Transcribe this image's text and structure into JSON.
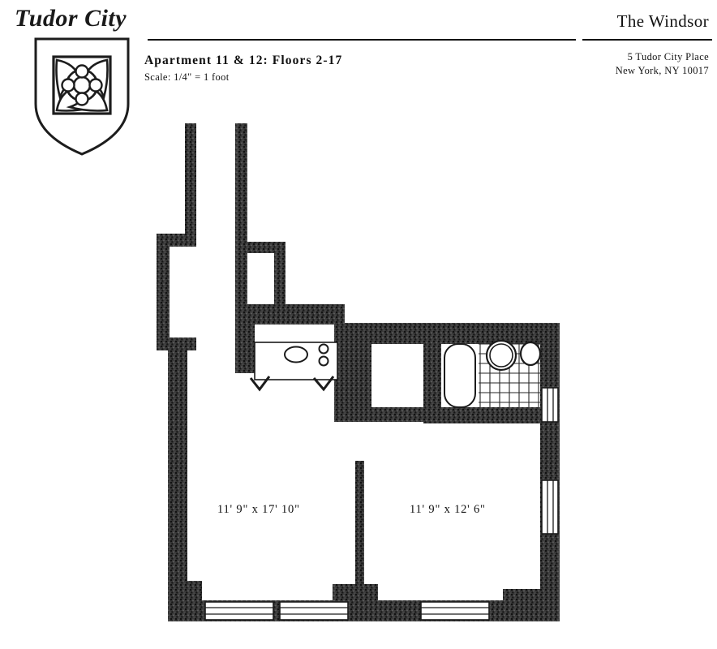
{
  "brand": {
    "wordmark": "Tudor City",
    "shield_emblem": "tudor-rose"
  },
  "header": {
    "apartment_title": "Apartment 11 & 12:  Floors 2-17",
    "scale_note": "Scale: 1/4\" = 1 foot",
    "building_name": "The Windsor",
    "address_line_1": "5 Tudor City Place",
    "address_line_2": "New York, NY 10017"
  },
  "plan": {
    "ink_color": "#2b2b2b",
    "background_color": "#ffffff",
    "rooms": [
      {
        "id": "living-room",
        "label": "11' 9\" x 17' 10\""
      },
      {
        "id": "bedroom",
        "label": "11' 9\" x 12' 6\""
      }
    ],
    "fixtures": [
      "kitchen-counter",
      "kitchen-sink",
      "stove-burner-upper",
      "stove-burner-lower",
      "bathtub",
      "toilet",
      "bathroom-sink",
      "bathroom-tile-floor",
      "door-swing-left",
      "door-swing-right"
    ],
    "windows": [
      "window-bottom-1",
      "window-bottom-2",
      "window-bottom-3",
      "window-right-upper",
      "window-right-lower"
    ]
  }
}
